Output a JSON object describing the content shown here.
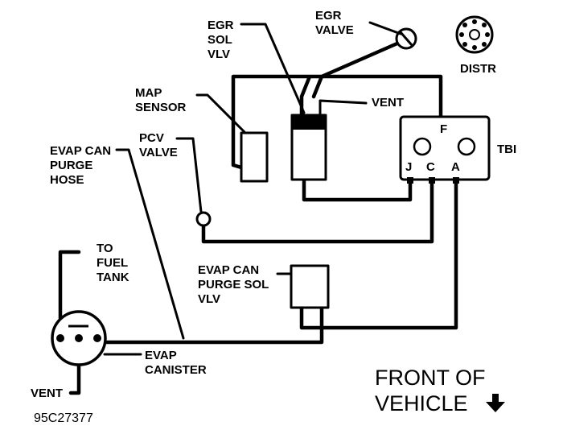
{
  "diagram": {
    "labels": {
      "egr_sol_vlv": [
        "EGR",
        "SOL",
        "VLV"
      ],
      "egr_valve": [
        "EGR",
        "VALVE"
      ],
      "distr": "DISTR",
      "map_sensor": [
        "MAP",
        "SENSOR"
      ],
      "vent_top": "VENT",
      "pcv_valve": [
        "PCV",
        "VALVE"
      ],
      "tbi": "TBI",
      "tbi_port_f": "F",
      "tbi_port_j": "J",
      "tbi_port_c": "C",
      "tbi_port_a": "A",
      "evap_can_purge_hose": [
        "EVAP CAN",
        "PURGE",
        "HOSE"
      ],
      "to_fuel_tank": [
        "TO",
        "FUEL",
        "TANK"
      ],
      "evap_can_purge_sol_vlv": [
        "EVAP CAN",
        "PURGE SOL",
        "VLV"
      ],
      "evap_canister": [
        "EVAP",
        "CANISTER"
      ],
      "vent_bottom": "VENT",
      "front_of_vehicle": [
        "FRONT OF",
        "VEHICLE"
      ],
      "figure_code": "95C27377"
    },
    "icons": {
      "front_arrow": "down-arrow-icon",
      "distributor": "distributor-cap-icon"
    }
  }
}
